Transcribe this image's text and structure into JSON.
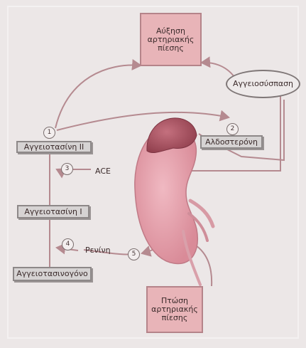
{
  "nodes": {
    "high_bp": "Αύξηση αρτηριακής πίεσης",
    "vasoconstriction": "Αγγειοσύσπαση",
    "angiotensin_2": "Αγγειοτασίνη ΙΙ",
    "aldosterone": "Αλδοστερόνη",
    "angiotensin_1": "Αγγειοτασίνη Ι",
    "angiotensinogen": "Αγγειοτασινογόνο",
    "low_bp": "Πτώση αρτηριακής πίεσης"
  },
  "labels": {
    "ace": "ACE",
    "renin": "Ρενίνη"
  },
  "steps": {
    "s1": "1",
    "s2": "2",
    "s3": "3",
    "s4": "4",
    "s5": "5"
  },
  "colors": {
    "arrow": "#b58a90",
    "kidney": "#e5a2ad",
    "adrenal": "#a34e5d",
    "box_pink": "#e8b4b8",
    "box_grey": "#d6d3d3"
  }
}
